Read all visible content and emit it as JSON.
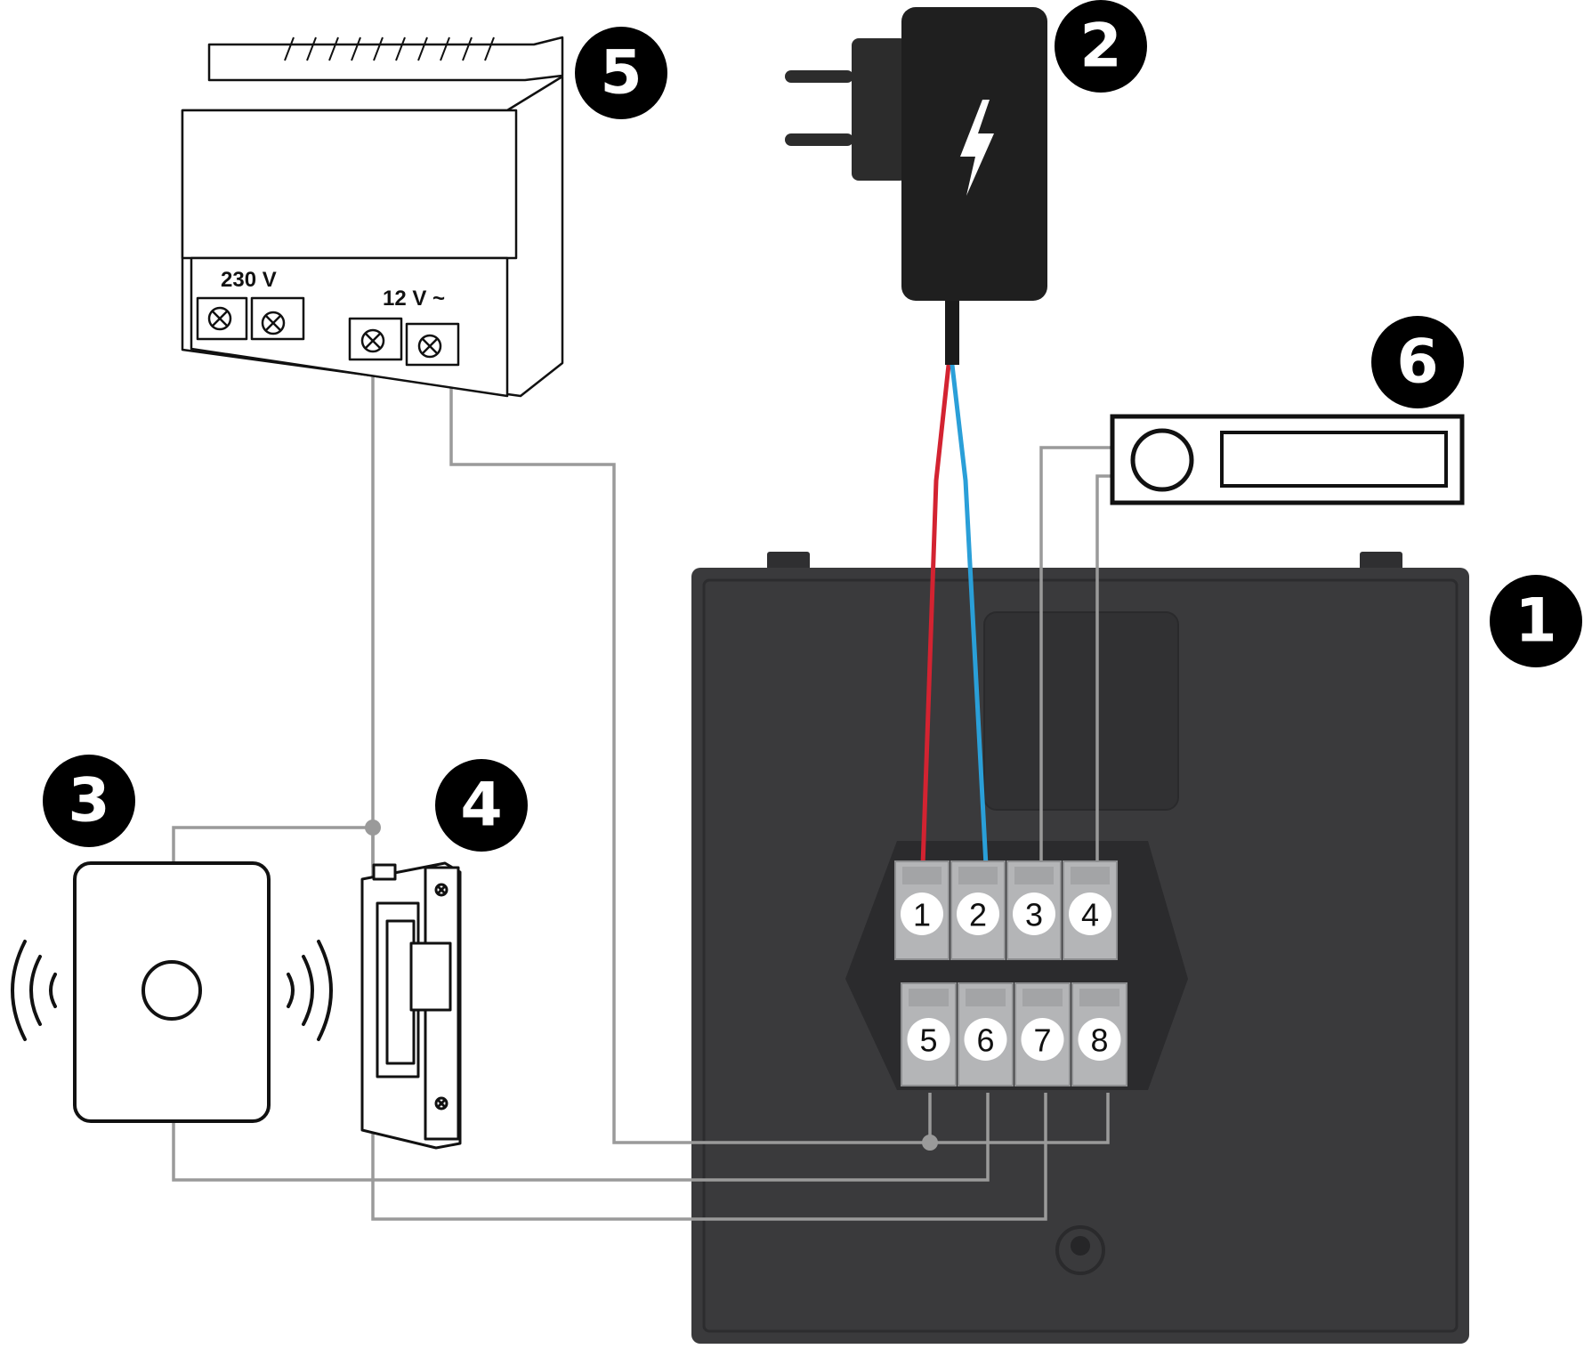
{
  "callouts": {
    "module": "1",
    "adapter": "2",
    "reader": "3",
    "strike": "4",
    "transformer": "5",
    "button": "6"
  },
  "transformer": {
    "input_label": "230 V",
    "output_label": "12 V ~"
  },
  "terminals": [
    "1",
    "2",
    "3",
    "4",
    "5",
    "6",
    "7",
    "8"
  ],
  "colors": {
    "wire_red": "#d32331",
    "wire_blue": "#2a9fd8",
    "wire_gray": "#9a9a9a",
    "housing": "#3a3a3c",
    "terminal_block": "#b4b5b7",
    "callout_bg": "#000000"
  }
}
